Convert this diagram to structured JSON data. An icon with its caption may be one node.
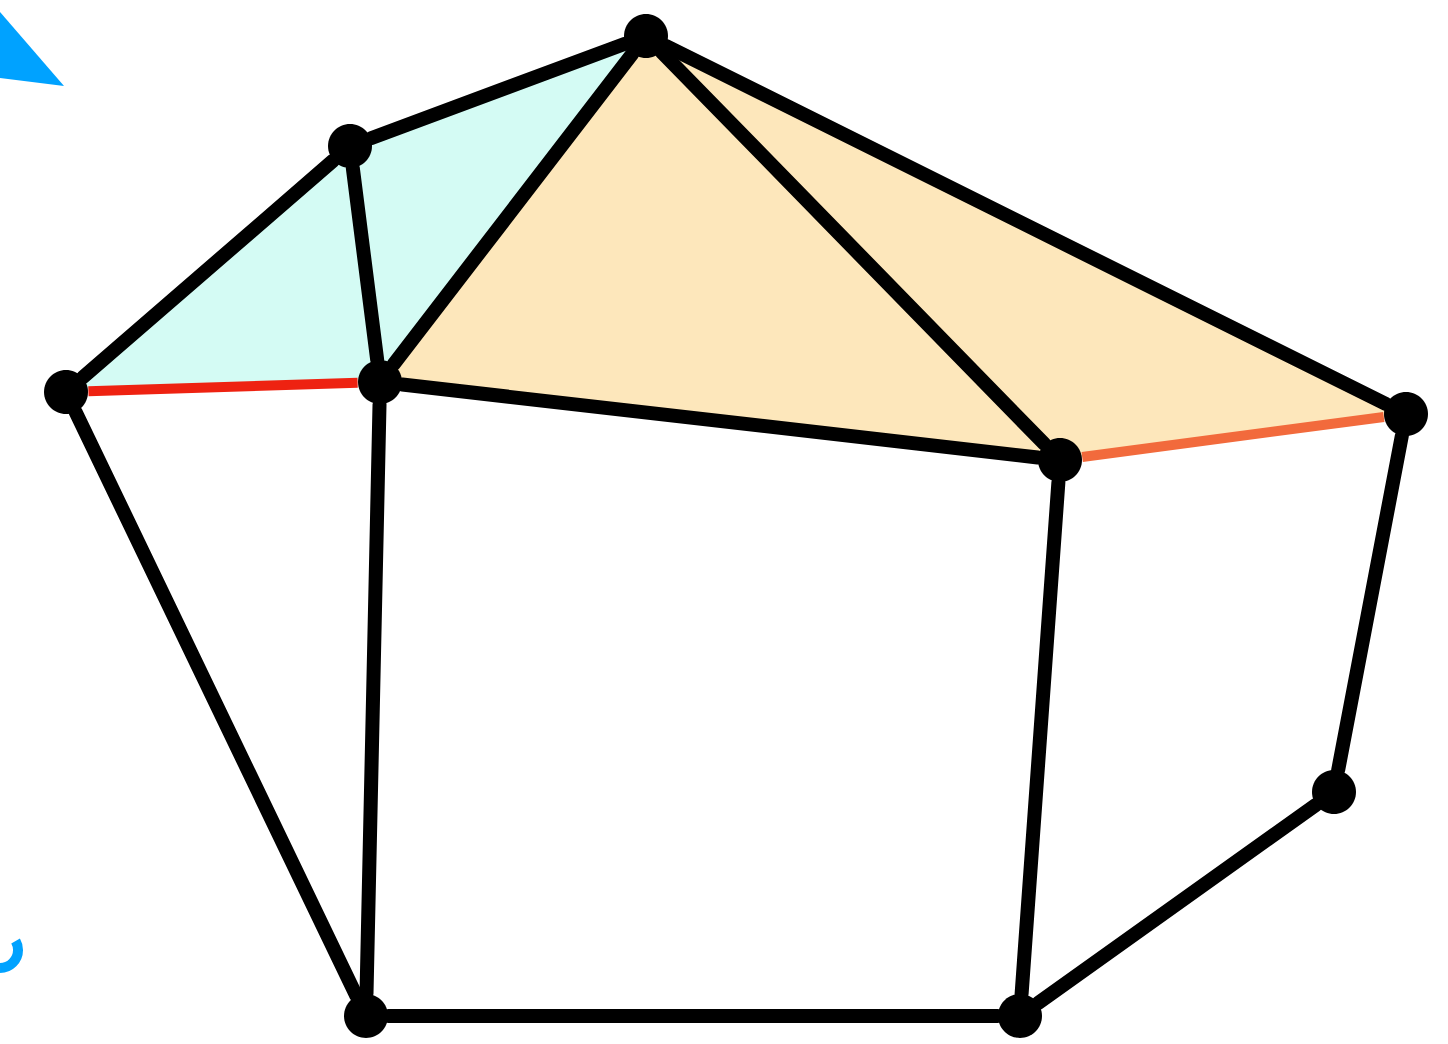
{
  "diagram": {
    "nodes": [
      {
        "text": [],
        "shape": "circle"
      },
      {
        "text": [],
        "shape": "circle"
      },
      {
        "text": [],
        "shape": "circle"
      },
      {
        "text": [],
        "shape": "circle"
      },
      {
        "text": [],
        "shape": "circle"
      },
      {
        "text": [],
        "shape": "circle"
      },
      {
        "text": [],
        "shape": "circle"
      },
      {
        "text": [],
        "shape": "circle"
      },
      {
        "text": [],
        "shape": "circle"
      }
    ],
    "edges": [
      {
        "from": 1,
        "to": 0,
        "arrow": "none"
      },
      {
        "from": 3,
        "to": 0,
        "arrow": "none"
      },
      {
        "from": 0,
        "to": 4,
        "arrow": "none"
      },
      {
        "from": 0,
        "to": 5,
        "arrow": "none"
      },
      {
        "from": 2,
        "to": 1,
        "arrow": "none"
      },
      {
        "from": 1,
        "to": 3,
        "arrow": "none"
      },
      {
        "from": 2,
        "to": 3,
        "arrow": "none",
        "color": "#ee2211"
      },
      {
        "from": 3,
        "to": 4,
        "arrow": "none"
      },
      {
        "from": 4,
        "to": 5,
        "arrow": "none",
        "color": "#f26a3c"
      },
      {
        "from": 2,
        "to": 7,
        "arrow": "none"
      },
      {
        "from": 3,
        "to": 7,
        "arrow": "none"
      },
      {
        "from": 4,
        "to": 8,
        "arrow": "none"
      },
      {
        "from": 5,
        "to": 6,
        "arrow": "none"
      },
      {
        "from": 6,
        "to": 8,
        "arrow": "none"
      },
      {
        "from": 7,
        "to": 8,
        "arrow": "none"
      }
    ]
  }
}
